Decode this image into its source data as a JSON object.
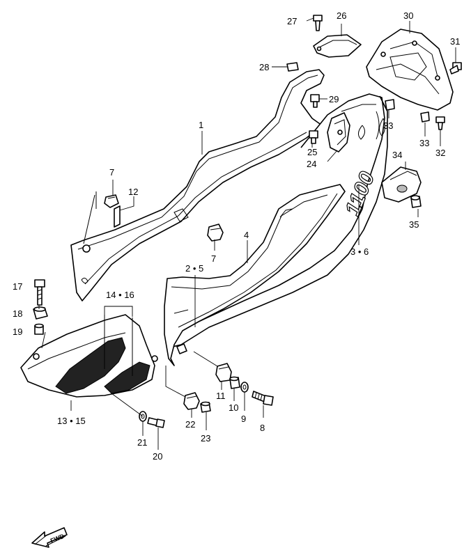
{
  "labels": {
    "l1": "1",
    "l2_5": "2 • 5",
    "l3_6": "3 • 6",
    "l4": "4",
    "l7a": "7",
    "l7b": "7",
    "l8": "8",
    "l9": "9",
    "l10": "10",
    "l11": "11",
    "l12": "12",
    "l13_15": "13 • 15",
    "l14_16": "14 • 16",
    "l17": "17",
    "l18": "18",
    "l19": "19",
    "l20": "20",
    "l21": "21",
    "l22": "22",
    "l23": "23",
    "l24": "24",
    "l25": "25",
    "l26": "26",
    "l27": "27",
    "l28": "28",
    "l29": "29",
    "l30": "30",
    "l31": "31",
    "l32": "32",
    "l33a": "33",
    "l33b": "33",
    "l34": "34",
    "l35": "35"
  },
  "decal": "1100",
  "fwd_text": "FWD"
}
